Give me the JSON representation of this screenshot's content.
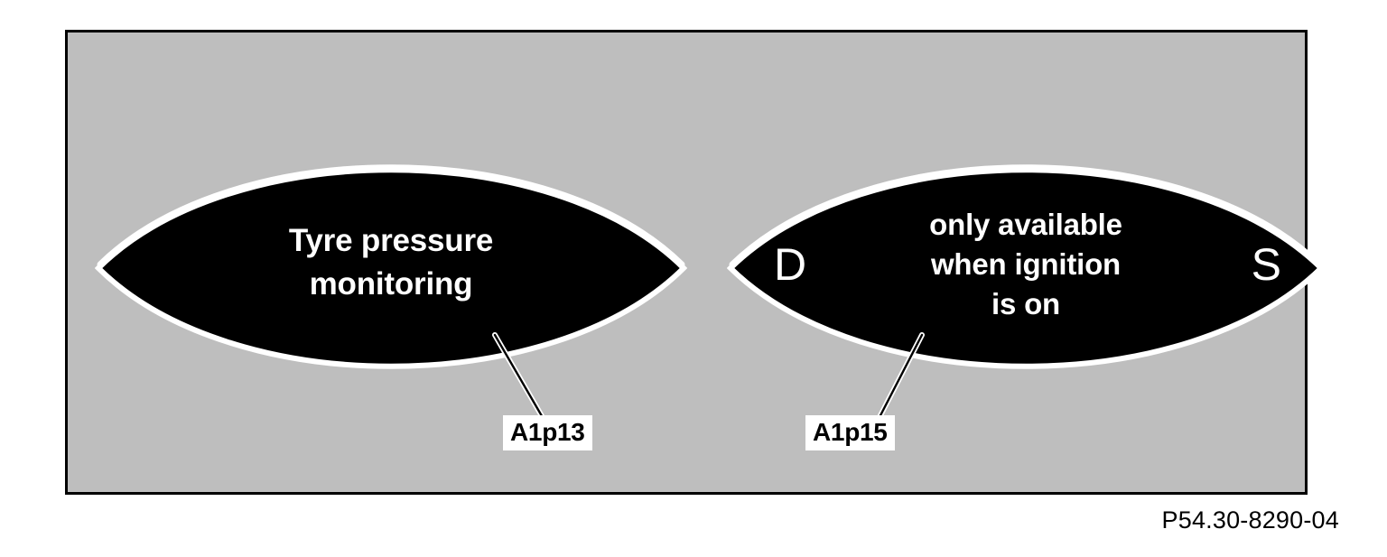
{
  "page": {
    "background_color": "#ffffff",
    "figure_reference": "P54.30-8290-04"
  },
  "figure": {
    "frame": {
      "border_color": "#000000",
      "background_color": "#bebebe"
    },
    "displays": [
      {
        "id": "a1p13",
        "name": "left-display",
        "shape": "lens",
        "fill_color": "#000000",
        "text_color": "#ffffff",
        "lines": [
          "Tyre pressure",
          "monitoring"
        ],
        "callout_label": "A1p13"
      },
      {
        "id": "a1p15",
        "name": "right-display",
        "shape": "lens",
        "fill_color": "#000000",
        "text_color": "#ffffff",
        "left_indicator": "D",
        "right_indicator": "S",
        "lines": [
          "only available",
          "when ignition",
          "is on"
        ],
        "callout_label": "A1p15"
      }
    ]
  }
}
